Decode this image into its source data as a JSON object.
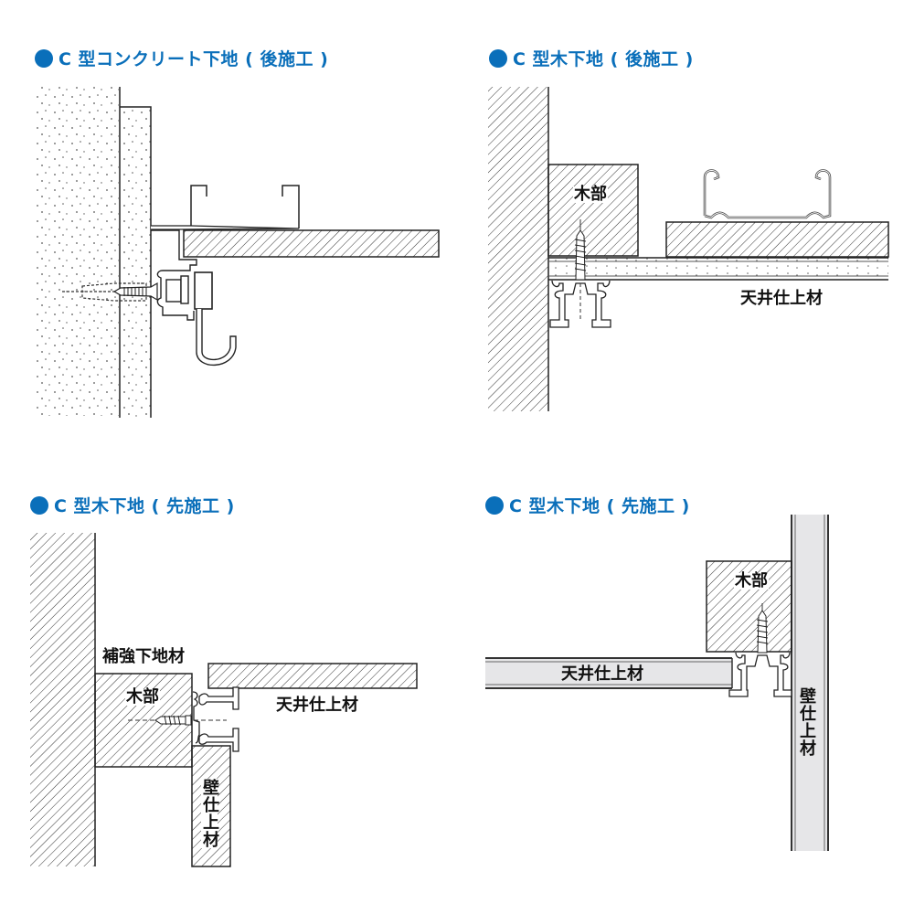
{
  "colors": {
    "accent": "#0a6fba",
    "line": "#222222",
    "panel_fill": "#e6e6e8",
    "text": "#111111"
  },
  "diagrams": [
    {
      "title": "C 型コンクリート下地 ( 後施工 )",
      "labels": {}
    },
    {
      "title": "C 型木下地 ( 後施工 )",
      "labels": {
        "wood": "木部",
        "ceiling_finish": "天井仕上材"
      }
    },
    {
      "title": "C 型木下地 ( 先施工 )",
      "labels": {
        "reinforcement": "補強下地材",
        "wood": "木部",
        "ceiling_finish": "天井仕上材",
        "wall_finish": "壁仕上材"
      }
    },
    {
      "title": "C 型木下地 ( 先施工 )",
      "labels": {
        "wood": "木部",
        "ceiling_finish": "天井仕上材",
        "wall_finish": "壁仕上材"
      }
    }
  ]
}
